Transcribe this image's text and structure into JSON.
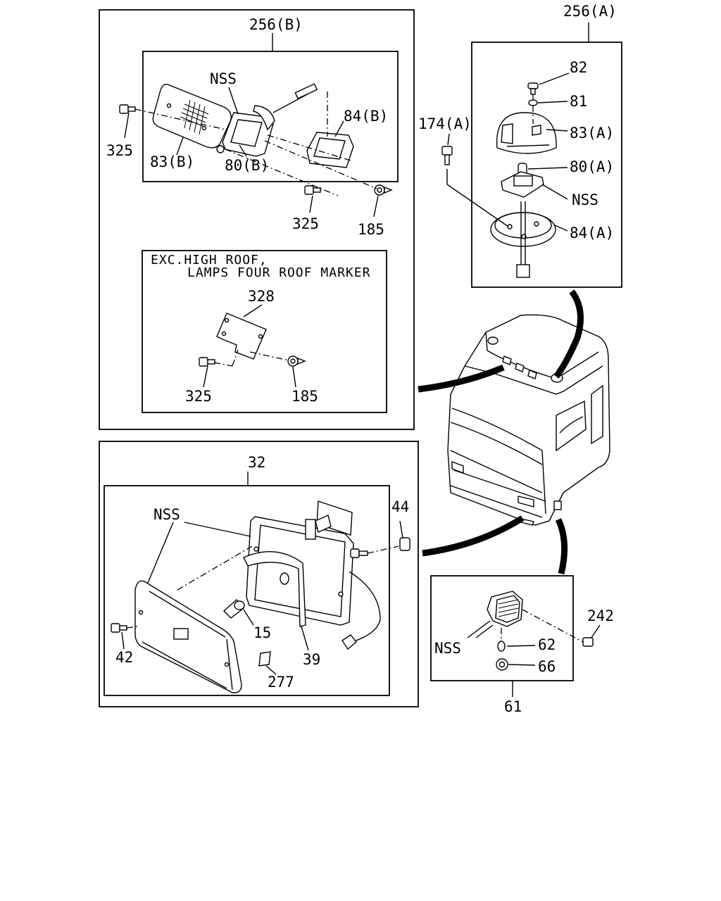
{
  "labels": {
    "ref_256b": "256(B)",
    "ref_256a": "256(A)",
    "nss_top": "NSS",
    "p84b": "84(B)",
    "p325_a": "325",
    "p83b": "83(B)",
    "p80b": "80(B)",
    "p325_b": "325",
    "p185_a": "185",
    "p82": "82",
    "p81": "81",
    "p174a": "174(A)",
    "p83a": "83(A)",
    "p80a": "80(A)",
    "nss_roof": "NSS",
    "p84a": "84(A)",
    "note_line1": "EXC.HIGH ROOF,",
    "note_line2": "LAMPS FOUR ROOF MARKER",
    "p328": "328",
    "p325_c": "325",
    "p185_b": "185",
    "ref_32": "32",
    "nss_fog": "NSS",
    "p44": "44",
    "p15": "15",
    "p42": "42",
    "p39": "39",
    "p277": "277",
    "p242": "242",
    "nss_side": "NSS",
    "p62": "62",
    "p66": "66",
    "ref_61": "61"
  }
}
